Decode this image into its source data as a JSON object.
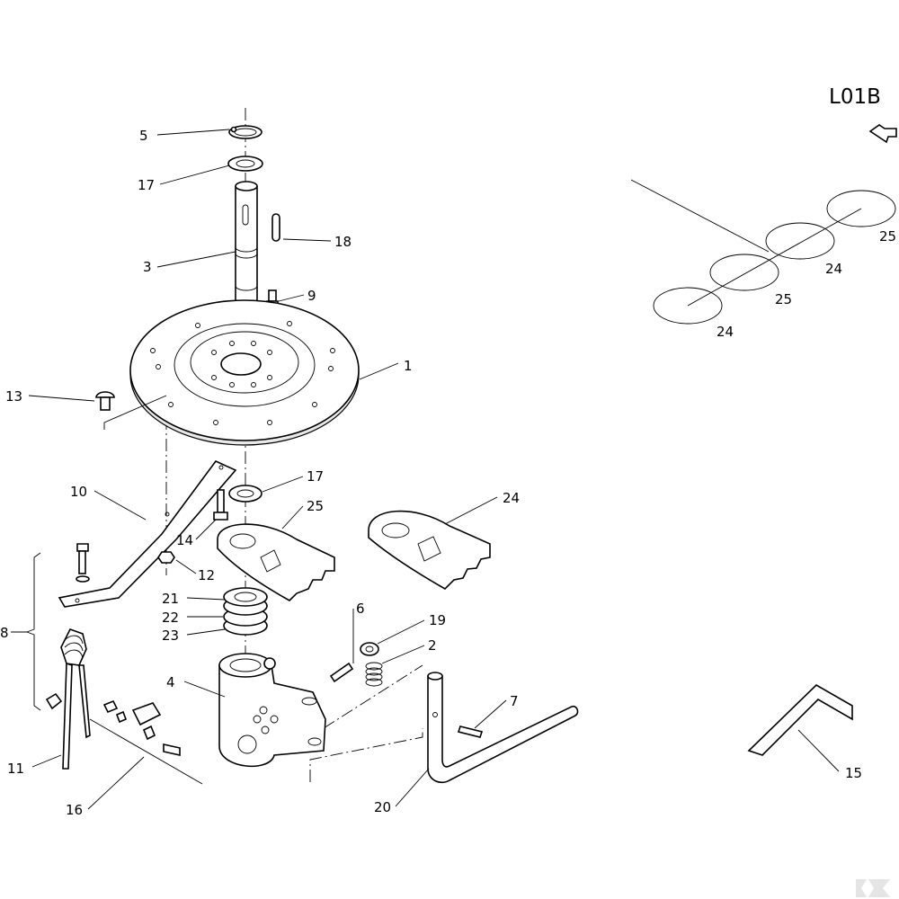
{
  "drawing": {
    "code": "L01B",
    "callouts": {
      "c5": "5",
      "c17a": "17",
      "c18": "18",
      "c3": "3",
      "c9": "9",
      "c1": "1",
      "c13": "13",
      "c17b": "17",
      "c10": "10",
      "c25a": "25",
      "c24a": "24",
      "c14": "14",
      "c12": "12",
      "c21": "21",
      "c22": "22",
      "c23": "23",
      "c8": "8",
      "c6": "6",
      "c19": "19",
      "c2": "2",
      "c4": "4",
      "c7": "7",
      "c11": "11",
      "c16": "16",
      "c20": "20",
      "c15": "15",
      "c25b": "25",
      "c24b": "24",
      "c25c": "25",
      "c24c": "24"
    }
  }
}
